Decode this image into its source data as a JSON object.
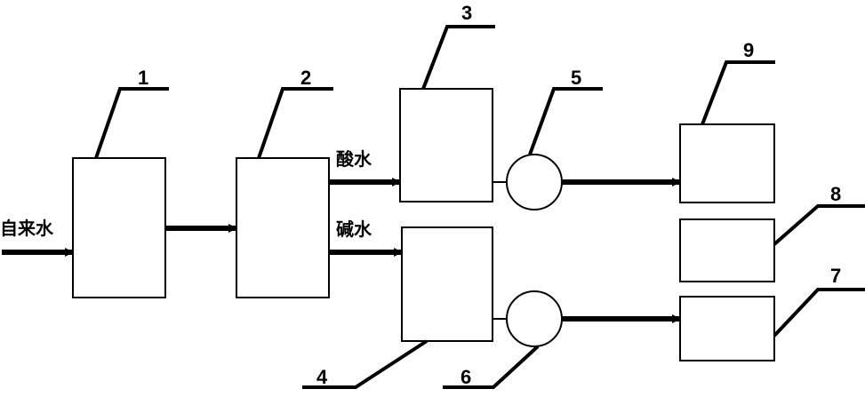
{
  "labels": {
    "inlet": "自来水",
    "acid_water": "酸水",
    "alkaline_water": "碱水"
  },
  "unit_numbers": {
    "u1": "1",
    "u2": "2",
    "u3": "3",
    "u4": "4",
    "u5": "5",
    "u6": "6",
    "u7": "7",
    "u8": "8",
    "u9": "9"
  },
  "colors": {
    "line": "#000000",
    "box_fill": "#ffffff"
  }
}
